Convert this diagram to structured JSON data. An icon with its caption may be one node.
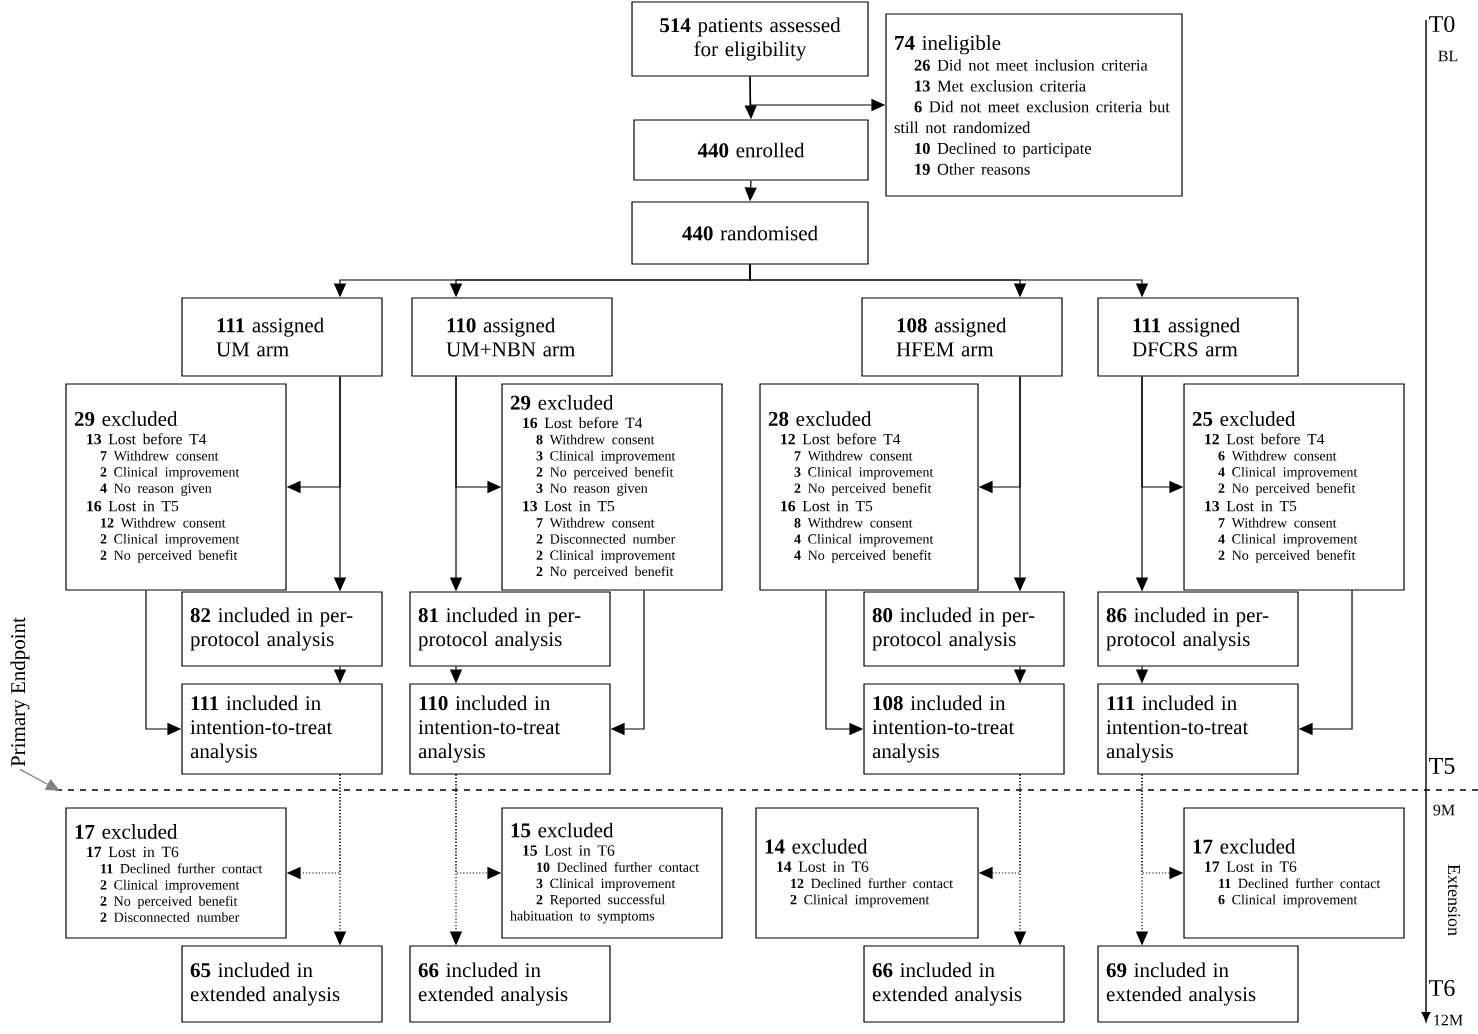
{
  "diagram": {
    "nodes": [
      {
        "text": [
          "**514** patients assessed for eligibility"
        ]
      },
      {
        "text": [
          "**74** ineligible",
          "**26** Did not meet inclusion criteria",
          "**13** Met exclusion criteria",
          "**6** Did not meet exclusion criteria but still not randomized",
          "**10** Declined to participate",
          "**19** Other reasons"
        ]
      },
      {
        "text": [
          "**440** enrolled"
        ]
      },
      {
        "text": [
          "**440** randomised"
        ]
      },
      {
        "text": [
          "**111** assigned UM arm"
        ]
      },
      {
        "text": [
          "**110** assigned UM+NBN arm"
        ]
      },
      {
        "text": [
          "**108** assigned HFEM arm"
        ]
      },
      {
        "text": [
          "**111** assigned DFCRS arm"
        ]
      },
      {
        "text": [
          "**29** excluded",
          "**13** Lost before T4",
          "**7** Withdrew consent",
          "**2** Clinical improvement",
          "**4** No reason given",
          "**16** Lost in T5",
          "**12** Withdrew consent",
          "**2** Clinical improvement",
          "**2** No perceived benefit"
        ]
      },
      {
        "text": [
          "**29** excluded",
          "**16** Lost before T4",
          "**8** Withdrew consent",
          "**3** Clinical improvement",
          "**2** No perceived benefit",
          "**3** No reason given",
          "**13** Lost in T5",
          "**7** Withdrew consent",
          "**2** Disconnected number",
          "**2** Clinical improvement",
          "**2** No perceived benefit"
        ]
      },
      {
        "text": [
          "**28** excluded",
          "**12** Lost before T4",
          "**7** Withdrew consent",
          "**3** Clinical improvement",
          "**2** No perceived benefit",
          "**16** Lost in T5",
          "**8** Withdrew consent",
          "**4** Clinical improvement",
          "**4** No perceived benefit"
        ]
      },
      {
        "text": [
          "**25** excluded",
          "**12** Lost before T4",
          "**6** Withdrew consent",
          "**4** Clinical improvement",
          "**2** No perceived benefit",
          "**13** Lost in T5",
          "**7** Withdrew consent",
          "**4** Clinical improvement",
          "**2** No perceived benefit"
        ]
      },
      {
        "text": [
          "**82** included in per-protocol analysis"
        ]
      },
      {
        "text": [
          "**81** included in per-protocol analysis"
        ]
      },
      {
        "text": [
          "**80** included in per-protocol analysis"
        ]
      },
      {
        "text": [
          "**86** included in per-protocol analysis"
        ]
      },
      {
        "text": [
          "**111** included in intention-to-treat analysis"
        ]
      },
      {
        "text": [
          "**110** included in intention-to-treat analysis"
        ]
      },
      {
        "text": [
          "**108** included in intention-to-treat analysis"
        ]
      },
      {
        "text": [
          "**111** included in intention-to-treat analysis"
        ]
      },
      {
        "text": [
          "**17** excluded",
          "**17** Lost in T6",
          "**11** Declined further contact",
          "**2** Clinical improvement",
          "**2** No perceived benefit",
          "**2** Disconnected number"
        ]
      },
      {
        "text": [
          "**15** excluded",
          "**15** Lost in T6",
          "**10** Declined further contact",
          "**3** Clinical improvement",
          "**2** Reported successful habituation to symptoms"
        ]
      },
      {
        "text": [
          "**14** excluded",
          "**14** Lost in T6",
          "**12** Declined further contact",
          "**2** Clinical improvement"
        ]
      },
      {
        "text": [
          "**17** excluded",
          "**17** Lost in T6",
          "**11** Declined further contact",
          "**6** Clinical improvement"
        ]
      },
      {
        "text": [
          "**65** included in extended analysis"
        ]
      },
      {
        "text": [
          "**66** included in extended analysis"
        ]
      },
      {
        "text": [
          "**66** included in extended analysis"
        ]
      },
      {
        "text": [
          "**69** included in extended analysis"
        ]
      },
      {
        "text": [
          "Primary Endpoint"
        ]
      }
    ],
    "edges": [
      {
        "from": 0,
        "to": 2,
        "arrow": "to"
      },
      {
        "from": 0,
        "to": 1,
        "arrow": "to"
      },
      {
        "from": 2,
        "to": 3,
        "arrow": "to"
      },
      {
        "from": 3,
        "to": 4,
        "arrow": "to"
      },
      {
        "from": 3,
        "to": 5,
        "arrow": "to"
      },
      {
        "from": 3,
        "to": 6,
        "arrow": "to"
      },
      {
        "from": 3,
        "to": 7,
        "arrow": "to"
      },
      {
        "from": 4,
        "to": 8,
        "arrow": "to"
      },
      {
        "from": 4,
        "to": 12,
        "arrow": "to"
      },
      {
        "from": 8,
        "to": 16,
        "arrow": "to"
      },
      {
        "from": 12,
        "to": 16,
        "arrow": "to"
      },
      {
        "from": 16,
        "to": 20,
        "arrow": "to",
        "style": "dashed"
      },
      {
        "from": 16,
        "to": 24,
        "arrow": "to",
        "style": "dashed"
      },
      {
        "from": 5,
        "to": 9,
        "arrow": "to"
      },
      {
        "from": 5,
        "to": 13,
        "arrow": "to"
      },
      {
        "from": 9,
        "to": 17,
        "arrow": "to"
      },
      {
        "from": 13,
        "to": 17,
        "arrow": "to"
      },
      {
        "from": 17,
        "to": 21,
        "arrow": "to",
        "style": "dashed"
      },
      {
        "from": 17,
        "to": 25,
        "arrow": "to",
        "style": "dashed"
      },
      {
        "from": 6,
        "to": 10,
        "arrow": "to"
      },
      {
        "from": 6,
        "to": 14,
        "arrow": "to"
      },
      {
        "from": 10,
        "to": 18,
        "arrow": "to"
      },
      {
        "from": 14,
        "to": 18,
        "arrow": "to"
      },
      {
        "from": 18,
        "to": 22,
        "arrow": "to",
        "style": "dashed"
      },
      {
        "from": 18,
        "to": 26,
        "arrow": "to",
        "style": "dashed"
      },
      {
        "from": 7,
        "to": 11,
        "arrow": "to"
      },
      {
        "from": 7,
        "to": 15,
        "arrow": "to"
      },
      {
        "from": 11,
        "to": 19,
        "arrow": "to"
      },
      {
        "from": 15,
        "to": 19,
        "arrow": "to"
      },
      {
        "from": 19,
        "to": 23,
        "arrow": "to",
        "style": "dashed"
      },
      {
        "from": 19,
        "to": 27,
        "arrow": "to",
        "style": "dashed"
      },
      {
        "from": 28,
        "to": null,
        "arrow": "to",
        "color": "#808080"
      }
    ],
    "labels": [
      "T0",
      "BL",
      "T5",
      "9M",
      "T6",
      "12M",
      "Extension"
    ]
  }
}
